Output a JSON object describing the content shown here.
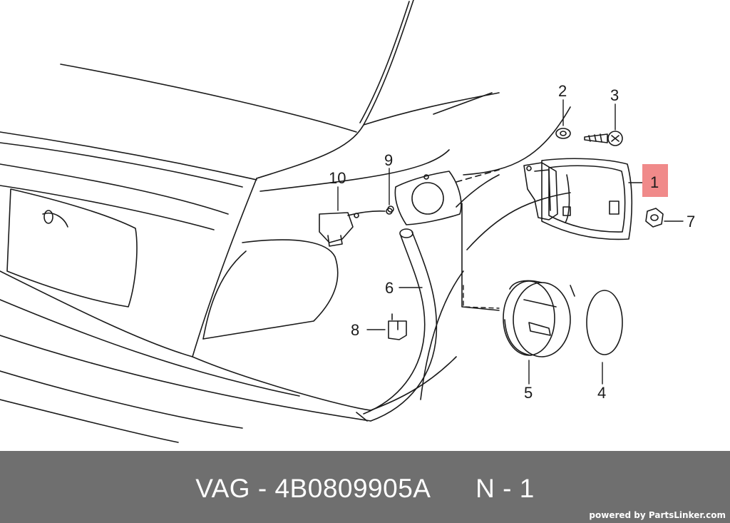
{
  "callouts": [
    {
      "number": "1",
      "highlighted": true
    },
    {
      "number": "2"
    },
    {
      "number": "3"
    },
    {
      "number": "4"
    },
    {
      "number": "5"
    },
    {
      "number": "6"
    },
    {
      "number": "7"
    },
    {
      "number": "8"
    },
    {
      "number": "9"
    },
    {
      "number": "10"
    }
  ],
  "footer": {
    "brand": "VAG",
    "separator": " - ",
    "part_number": "4B0809905A",
    "position_label": "N - 1",
    "credit": "powered by PartsLinker.com"
  },
  "colors": {
    "highlight": "#f08a8a",
    "footer_bg": "#6f6f6f",
    "line": "#1a1a1a"
  }
}
